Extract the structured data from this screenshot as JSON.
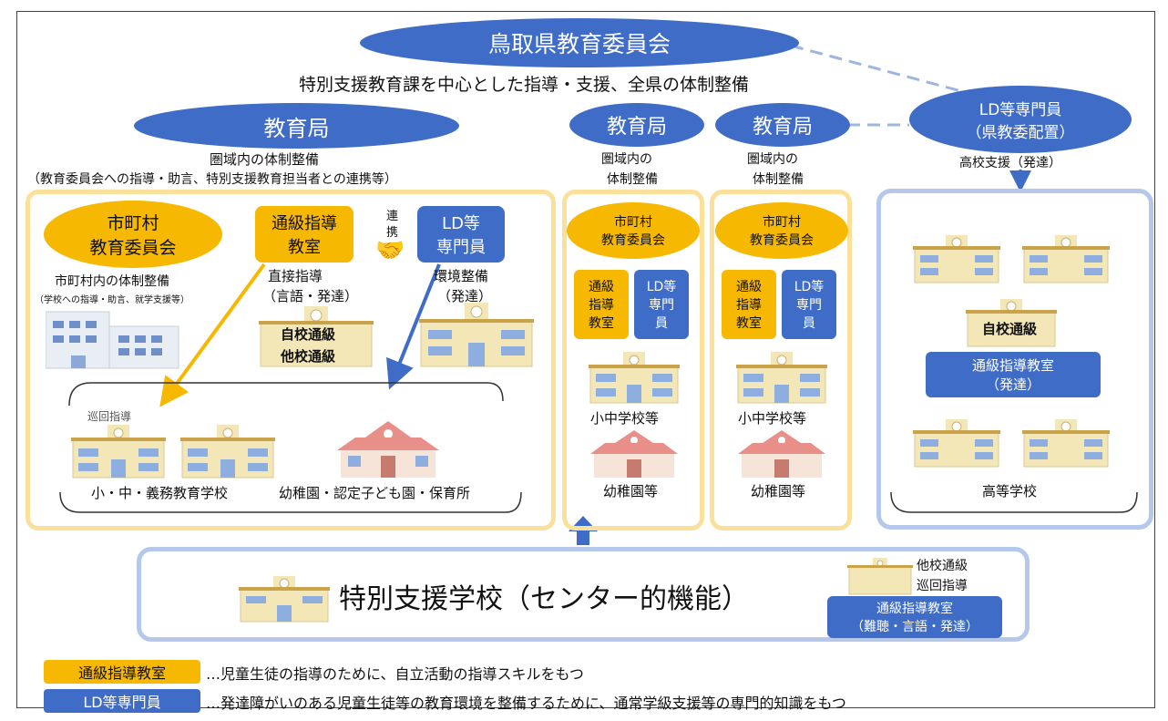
{
  "top": {
    "board": "鳥取県教育委員会",
    "subtitle": "特別支援教育課を中心とした指導・支援、全県の体制整備"
  },
  "ld_specialist": {
    "line1": "LD等専門員",
    "line2": "（県教委配置）",
    "support": "高校支援（発達）"
  },
  "edu_office_main": {
    "name": "教育局",
    "desc1": "圏域内の体制整備",
    "desc2": "（教育委員会への指導・助言、特別支援教育担当者との連携等）"
  },
  "edu_office_2": {
    "name": "教育局",
    "desc1": "圏域内の",
    "desc2": "体制整備"
  },
  "edu_office_3": {
    "name": "教育局",
    "desc1": "圏域内の",
    "desc2": "体制整備"
  },
  "area1": {
    "muni_board_l1": "市町村",
    "muni_board_l2": "教育委員会",
    "muni_desc": "市町村内の体制整備",
    "muni_desc_small": "（学校への指導・助言、就学支援等）",
    "tsukyu_l1": "通級指導",
    "tsukyu_l2": "教室",
    "renkei_l1": "連",
    "renkei_l2": "携",
    "ld_l1": "LD等",
    "ld_l2": "専門員",
    "direct": "直接指導",
    "direct_sub": "（言語・発達）",
    "env": "環境整備",
    "env_sub": "（発達）",
    "self_school": "自校通級",
    "other_school": "他校通級",
    "junkai": "巡回指導",
    "schools_label": "小・中・義務教育学校",
    "kinder_label": "幼稚園・認定子ども園・保育所"
  },
  "area2": {
    "muni_l1": "市町村",
    "muni_l2": "教育委員会",
    "tsukyu": [
      "通級",
      "指導",
      "教室"
    ],
    "ld": [
      "LD等",
      "専門",
      "員"
    ],
    "schools_label": "小中学校等",
    "kinder_label": "幼稚園等"
  },
  "area3": {
    "muni_l1": "市町村",
    "muni_l2": "教育委員会",
    "tsukyu": [
      "通級",
      "指導",
      "教室"
    ],
    "ld": [
      "LD等",
      "専門",
      "員"
    ],
    "schools_label": "小中学校等",
    "kinder_label": "幼稚園等"
  },
  "area4": {
    "self_school": "自校通級",
    "room_l1": "通級指導教室",
    "room_l2": "（発達）",
    "label": "高等学校"
  },
  "special_school": {
    "name": "特別支援学校（センター的機能）",
    "other": "他校通級",
    "junkai": "巡回指導",
    "room_l1": "通級指導教室",
    "room_l2": "（難聴・言語・発達）"
  },
  "legend": [
    {
      "tag": "通級指導教室",
      "desc": "…児童生徒の指導のために、自立活動の指導スキルをもつ",
      "color": "#f6b800"
    },
    {
      "tag": "LD等専門員",
      "desc": "…発達障がいのある児童生徒等の教育環境を整備するために、通常学級支援等の専門的知識をもつ",
      "color": "#3f6cc7"
    }
  ],
  "colors": {
    "blue": "#3f6cc7",
    "yellow": "#f6b800",
    "light_yellow": "#fbe09b",
    "light_blue": "#b5c8ec"
  }
}
